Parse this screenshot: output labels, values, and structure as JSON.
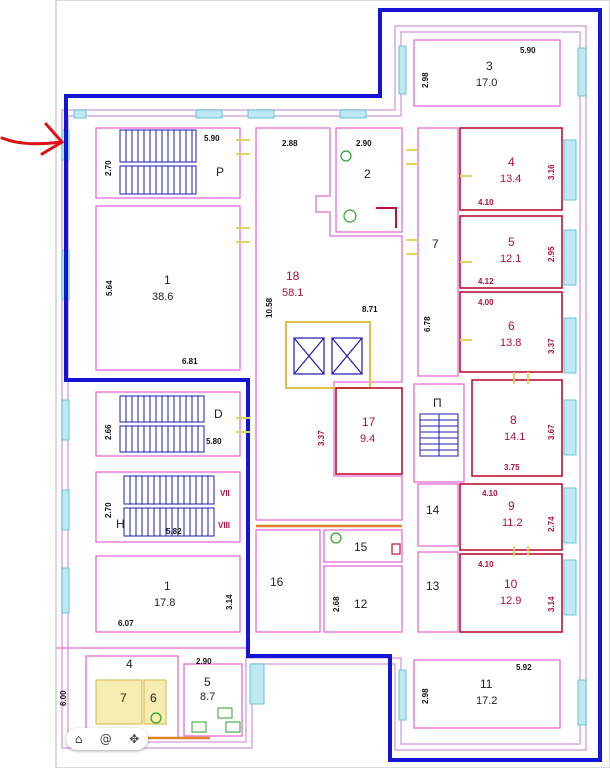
{
  "rooms": {
    "r3": {
      "num": "3",
      "area": "17.0",
      "dim_a": "5.90",
      "dim_b": "2.98"
    },
    "rP": {
      "num": "Р",
      "dim_a": "5.90",
      "dim_b": "2.70"
    },
    "r1a": {
      "num": "1",
      "area": "38.6",
      "dim_a": "6.81",
      "dim_b": "5.64"
    },
    "r2": {
      "num": "2",
      "dim_a": "2.90"
    },
    "r18": {
      "num": "18",
      "area": "58.1",
      "dim_a": "2.88",
      "dim_b": "8.71",
      "dim_c": "10.58"
    },
    "r4": {
      "num": "4",
      "area": "13.4",
      "dim_a": "4.10",
      "dim_b": "3.16"
    },
    "r5": {
      "num": "5",
      "area": "12.1",
      "dim_a": "4.12",
      "dim_b": "2.95"
    },
    "r6": {
      "num": "6",
      "area": "13.8",
      "dim_a": "4.00",
      "dim_b": "3.37"
    },
    "r7": {
      "num": "7",
      "dim_a": "6.78"
    },
    "rD": {
      "num": "D",
      "dim_a": "5.80",
      "dim_b": "2.66"
    },
    "r17": {
      "num": "17",
      "area": "9.4",
      "dim_a": "3.37"
    },
    "rPi": {
      "num": "П"
    },
    "r8": {
      "num": "8",
      "area": "14.1",
      "dim_a": "3.75",
      "dim_b": "3.67"
    },
    "rH": {
      "num": "Н",
      "dim_a": "5.82",
      "dim_b": "2.70",
      "m1": "VII",
      "m2": "VIII"
    },
    "r14": {
      "num": "14"
    },
    "r9": {
      "num": "9",
      "area": "11.2",
      "dim_a": "4.10",
      "dim_b": "2.74"
    },
    "r1b": {
      "num": "1",
      "area": "17.8",
      "dim_a": "6.07",
      "dim_b": "3.14"
    },
    "r15": {
      "num": "15"
    },
    "r16": {
      "num": "16"
    },
    "r12": {
      "num": "12",
      "dim_a": "2.68"
    },
    "r13": {
      "num": "13"
    },
    "r10": {
      "num": "10",
      "area": "12.9",
      "dim_a": "4.10",
      "dim_b": "3.14"
    },
    "r11": {
      "num": "11",
      "area": "17.2",
      "dim_a": "5.92",
      "dim_b": "2.98"
    },
    "r4b": {
      "num": "4"
    },
    "r5b": {
      "num": "5",
      "area": "8.7",
      "dim_a": "2.90"
    },
    "r7b": {
      "num": "7"
    },
    "r6b": {
      "num": "6"
    },
    "rEdge": {
      "dim_a": "6.00"
    }
  },
  "toolbar": {
    "icon_a": "⌂",
    "icon_b": "@",
    "icon_c": "✥"
  },
  "colors": {
    "outline": "#1414d4",
    "arrow": "#dd1111",
    "wall": "#d9a8e6",
    "room_red": "#c01034",
    "window": "#64c4d8",
    "orange": "#e0832a"
  }
}
